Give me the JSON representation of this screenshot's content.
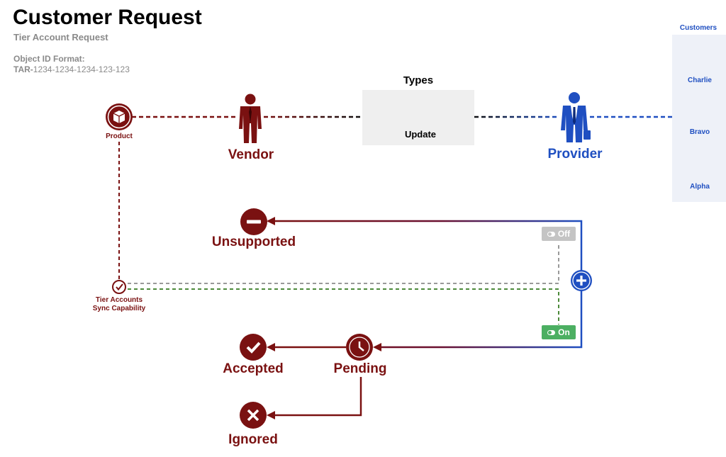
{
  "header": {
    "title": "Customer Request",
    "subtitle": "Tier Account Request",
    "format_label": "Object ID Format:",
    "format_prefix": "TAR-",
    "format_value": "1234-1234-1234-123-123"
  },
  "nodes": {
    "product": "Product",
    "vendor": "Vendor",
    "provider": "Provider",
    "types_title": "Types",
    "update": "Update",
    "unsupported": "Unsupported",
    "sync_line1": "Tier Accounts",
    "sync_line2": "Sync Capability",
    "accepted": "Accepted",
    "pending": "Pending",
    "ignored": "Ignored"
  },
  "customers": {
    "title": "Customers",
    "items": [
      "Charlie",
      "Bravo",
      "Alpha"
    ]
  },
  "toggles": {
    "off": "Off",
    "on": "On"
  },
  "icons": {
    "product": "box-icon",
    "vendor": "person-icon",
    "provider": "businessman-icon",
    "update": "pencil-icon",
    "unsupported": "minus-icon",
    "add": "plus-icon",
    "pending": "clock-icon",
    "accepted": "check-icon",
    "ignored": "x-icon",
    "sync": "check-circle-icon",
    "customer": "person-icon"
  },
  "colors": {
    "maroon": "#7a1111",
    "blue": "#1f4fc1",
    "gray": "#9a9a9a",
    "green": "#4caf62",
    "types_box": "#efefef"
  }
}
